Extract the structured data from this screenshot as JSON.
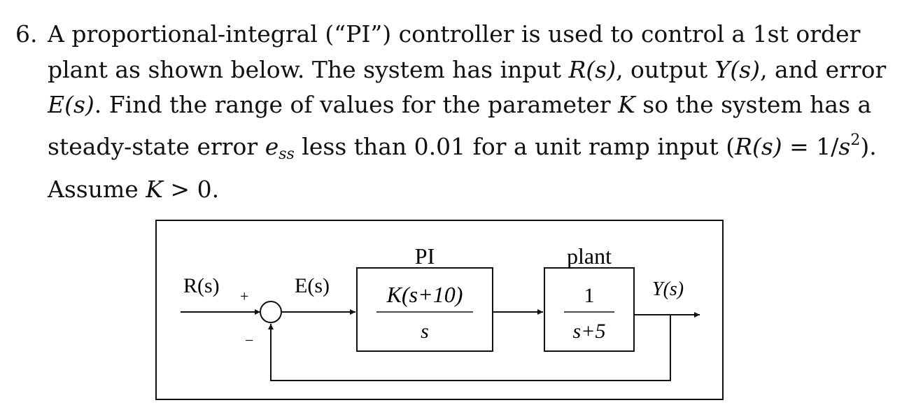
{
  "problem": {
    "number": "6.",
    "lines": [
      [
        "A proportional-integral (“PI”) controller is used to control a 1st order"
      ],
      [
        "plant as shown below.  The system has input ",
        "R(s)",
        ", output ",
        "Y(s)",
        ", and error"
      ],
      [
        "E(s)",
        ".  Find the range of values for the parameter ",
        "K",
        " so the system has a"
      ],
      [
        "steady-state error ",
        "e",
        "ss",
        " less than 0.01 for a unit ramp input (",
        "R(s)",
        " = 1/",
        "s",
        "2",
        ")."
      ],
      [
        "Assume ",
        "K",
        " > 0."
      ]
    ]
  },
  "diagram": {
    "input_label": "R(s)",
    "plus_sign": "+",
    "minus_sign": "−",
    "error_label": "E(s)",
    "pi_block": {
      "title": "PI",
      "numerator": "K(s+10)",
      "denominator": "s"
    },
    "plant_block": {
      "title": "plant",
      "numerator": "1",
      "denominator": "s+5"
    },
    "output_label": "Y(s)"
  }
}
